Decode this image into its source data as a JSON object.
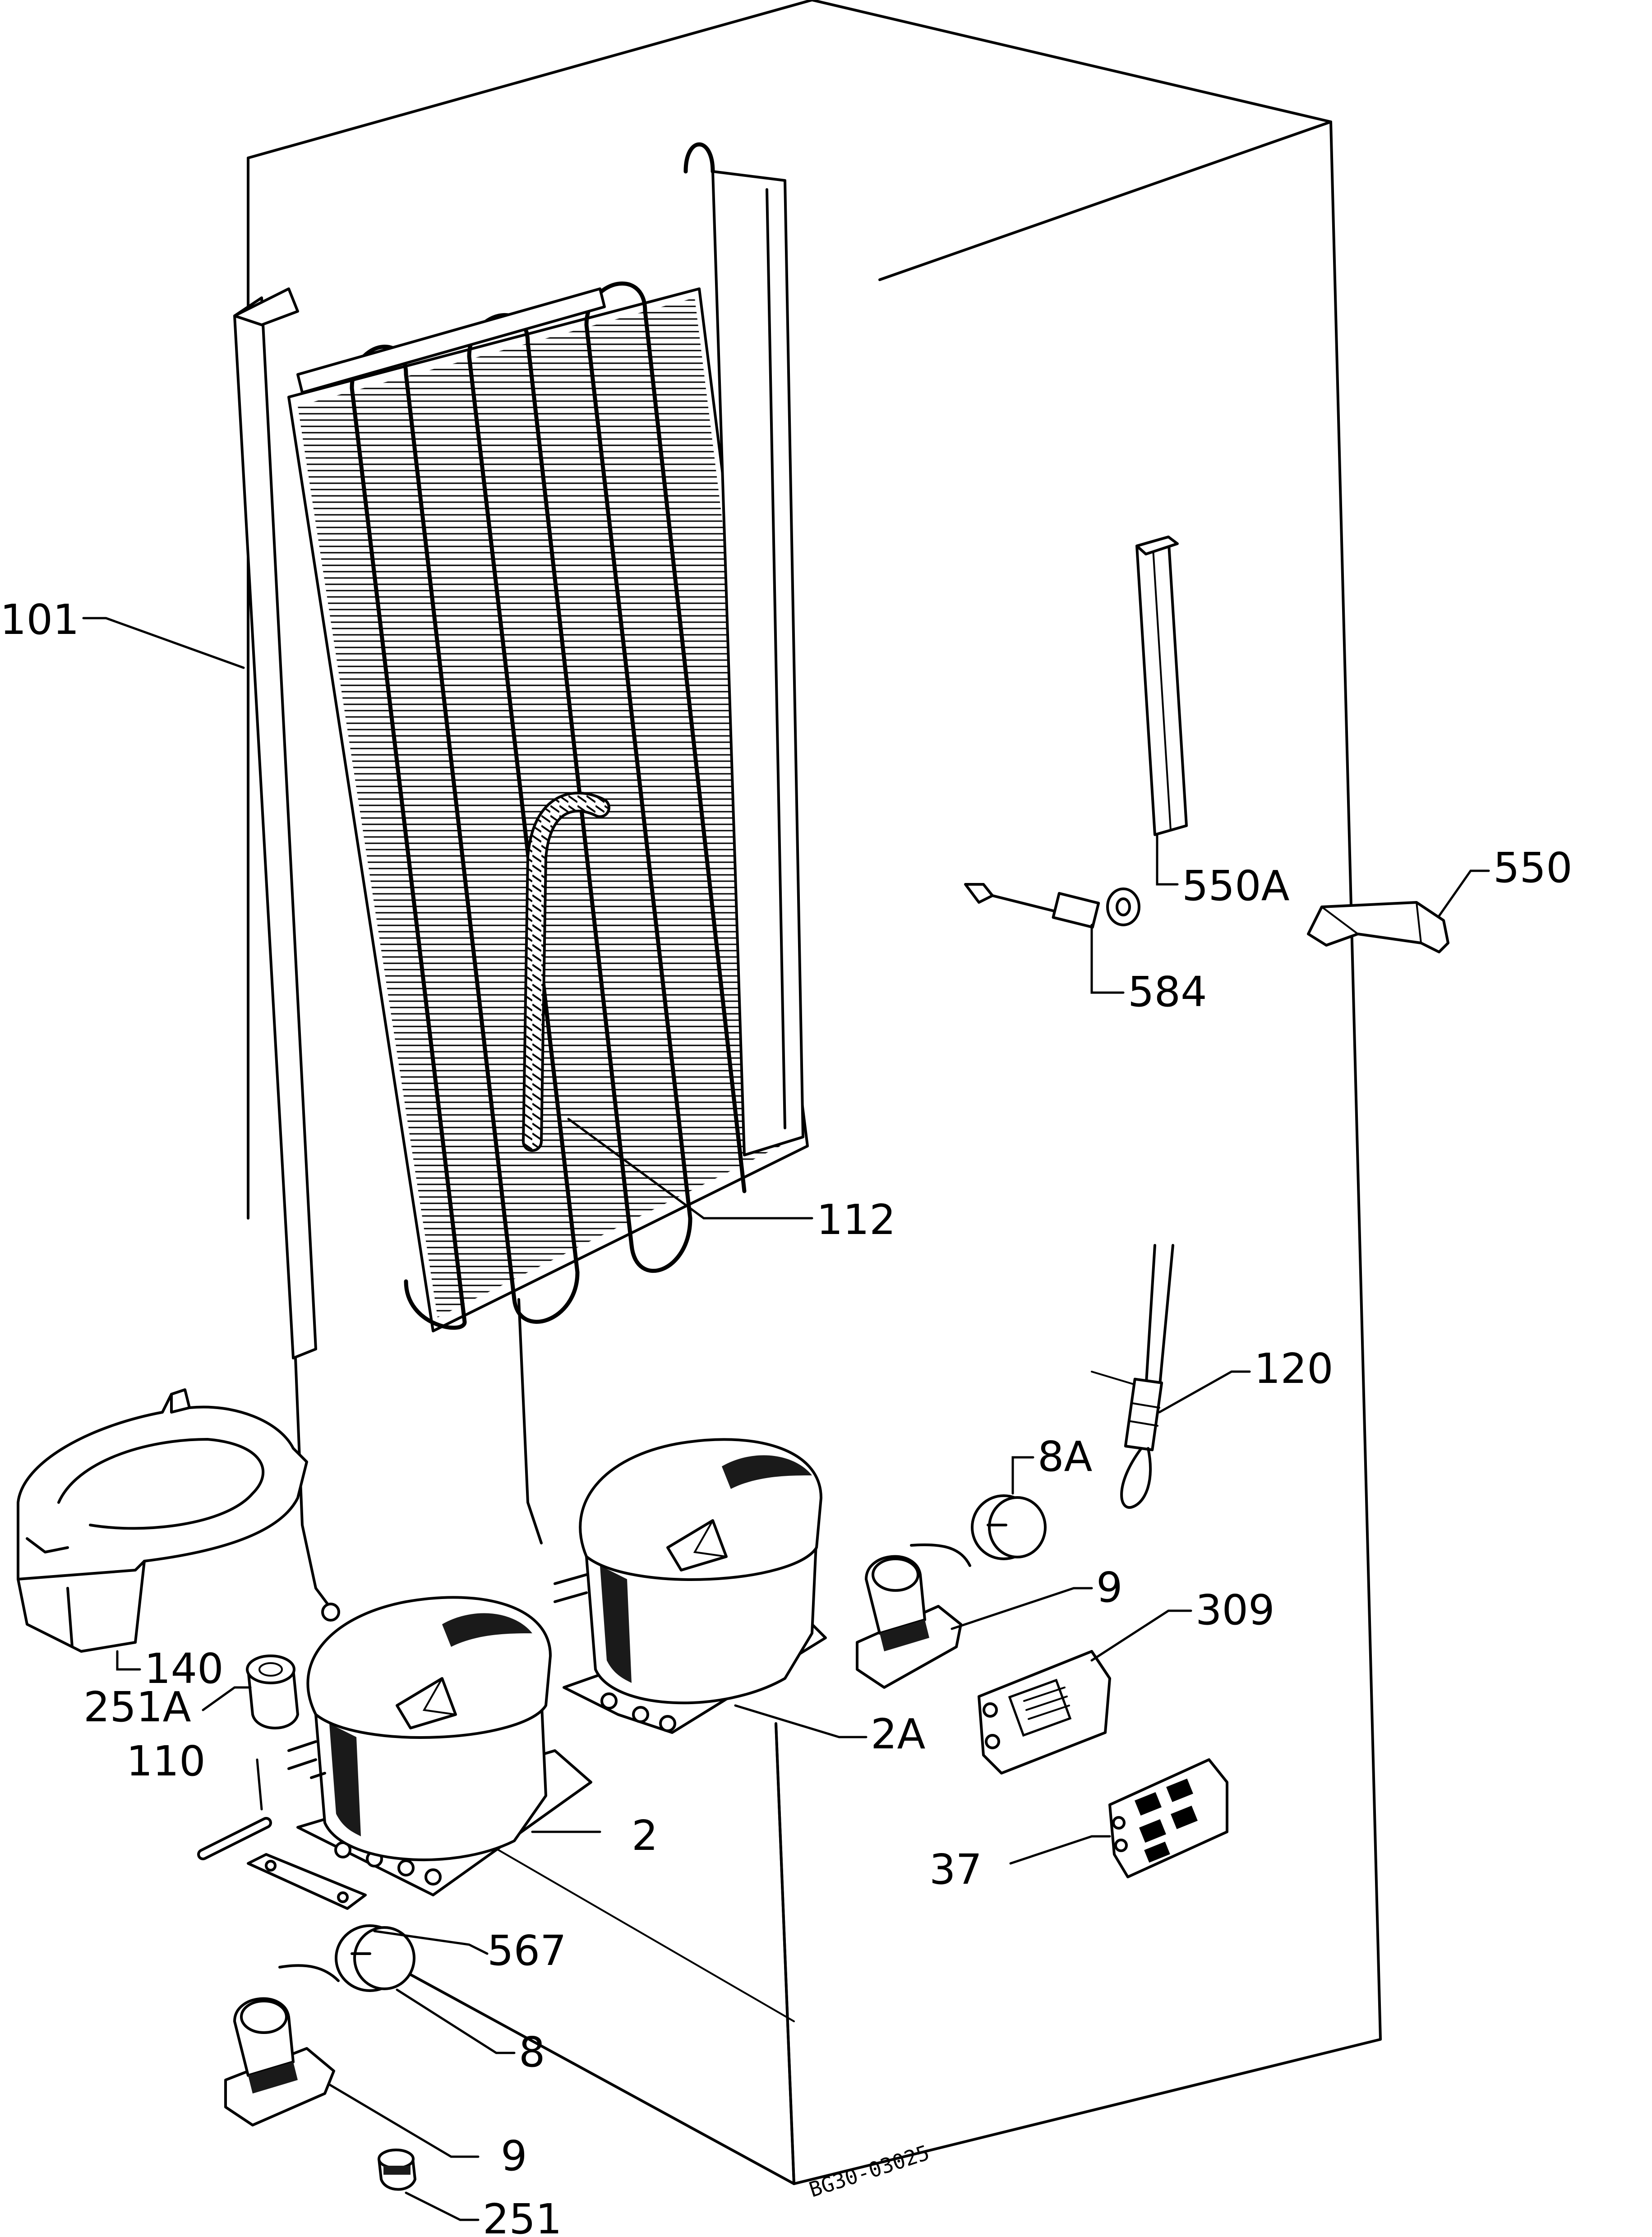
{
  "labels": {
    "l101": "101",
    "l550A": "550A",
    "l550": "550",
    "l584": "584",
    "l112": "112",
    "l120": "120",
    "l8A": "8A",
    "l9_top": "9",
    "l309": "309",
    "l140": "140",
    "l251A": "251A",
    "l110": "110",
    "l2A": "2A",
    "l2": "2",
    "l37": "37",
    "l567": "567",
    "l8": "8",
    "l9_bottom": "9",
    "l251": "251"
  },
  "stamp": "BG30-03025"
}
